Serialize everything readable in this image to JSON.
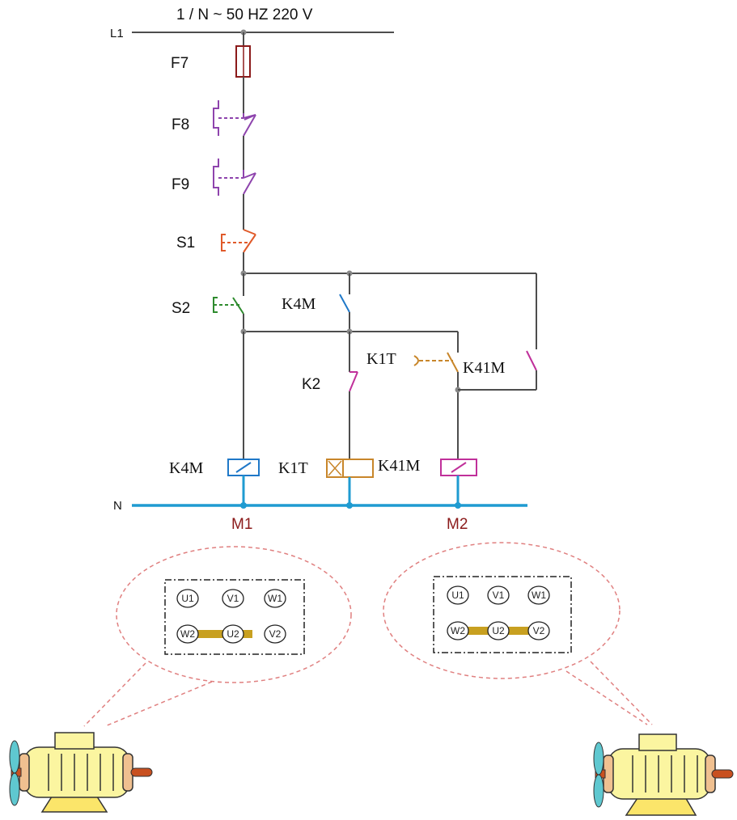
{
  "supply": {
    "label": "1 / N ~ 50 HZ    220 V",
    "line": "L1",
    "neutral": "N"
  },
  "components": {
    "fuse": "F7",
    "overload1": "F8",
    "overload2": "F9",
    "stop_button": "S1",
    "start_button": "S2",
    "contact_k4m": "K4M",
    "contact_k2": "K2",
    "contact_k1t": "K1T",
    "contact_k41m": "K41M",
    "coil_k4m": "K4M",
    "coil_k1t": "K1T",
    "coil_k41m": "K41M"
  },
  "motors": [
    {
      "label": "M1",
      "terminals_top": [
        "U1",
        "V1",
        "W1"
      ],
      "terminals_bottom": [
        "W2",
        "U2",
        "V2"
      ]
    },
    {
      "label": "M2",
      "terminals_top": [
        "U1",
        "V1",
        "W1"
      ],
      "terminals_bottom": [
        "W2",
        "U2",
        "V2"
      ]
    }
  ],
  "colors": {
    "wire": "#4d4d4d",
    "neutral_bus": "#1f9bd1",
    "fuse": "#8b1a1a",
    "overload": "#8e44ad",
    "stop": "#e05a2a",
    "start": "#2e8b2e",
    "k4m": "#1f78c8",
    "k1t": "#c8862a",
    "k41m": "#c0309a",
    "k2": "#c0309a",
    "motor_label": "#8b1a1a",
    "bridge": "#c8a020",
    "callout": "#e08080",
    "motor_body": "#fbf5a0",
    "motor_fan": "#5fc8d0",
    "motor_shaft": "#c85020"
  }
}
